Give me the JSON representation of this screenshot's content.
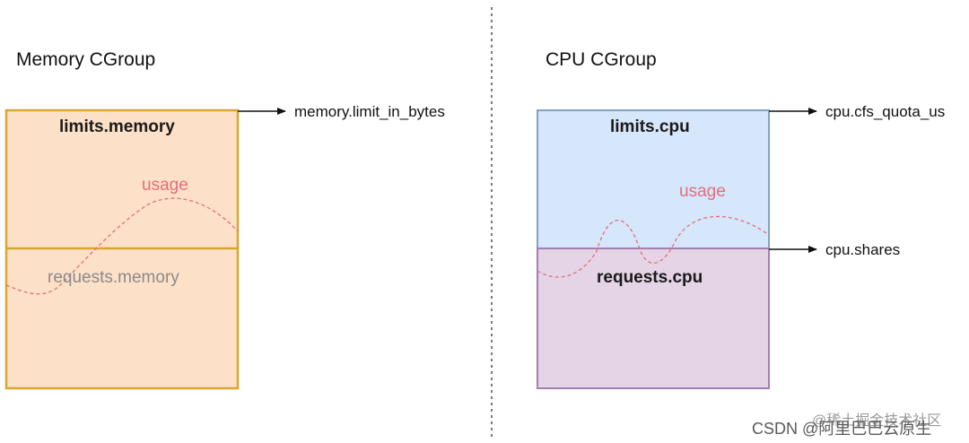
{
  "memory": {
    "title": "Memory CGroup",
    "limits_label": "limits.memory",
    "requests_label": "requests.memory",
    "usage_label": "usage",
    "arrow_label": "memory.limit_in_bytes"
  },
  "cpu": {
    "title": "CPU CGroup",
    "limits_label": "limits.cpu",
    "requests_label": "requests.cpu",
    "usage_label": "usage",
    "quota_arrow_label": "cpu.cfs_quota_us",
    "shares_arrow_label": "cpu.shares"
  },
  "watermark": {
    "line1": "@稀土掘金技术社区",
    "line2": "CSDN @阿里巴巴云原生"
  },
  "colors": {
    "memory_fill": "#fde0c8",
    "memory_border": "#d9a62e",
    "cpu_limit_fill": "#d6e6fb",
    "cpu_limit_border": "#7fa3c8",
    "cpu_request_fill": "#e5d3e6",
    "cpu_request_border": "#a27fb0",
    "usage_curve": "#e0707a"
  }
}
